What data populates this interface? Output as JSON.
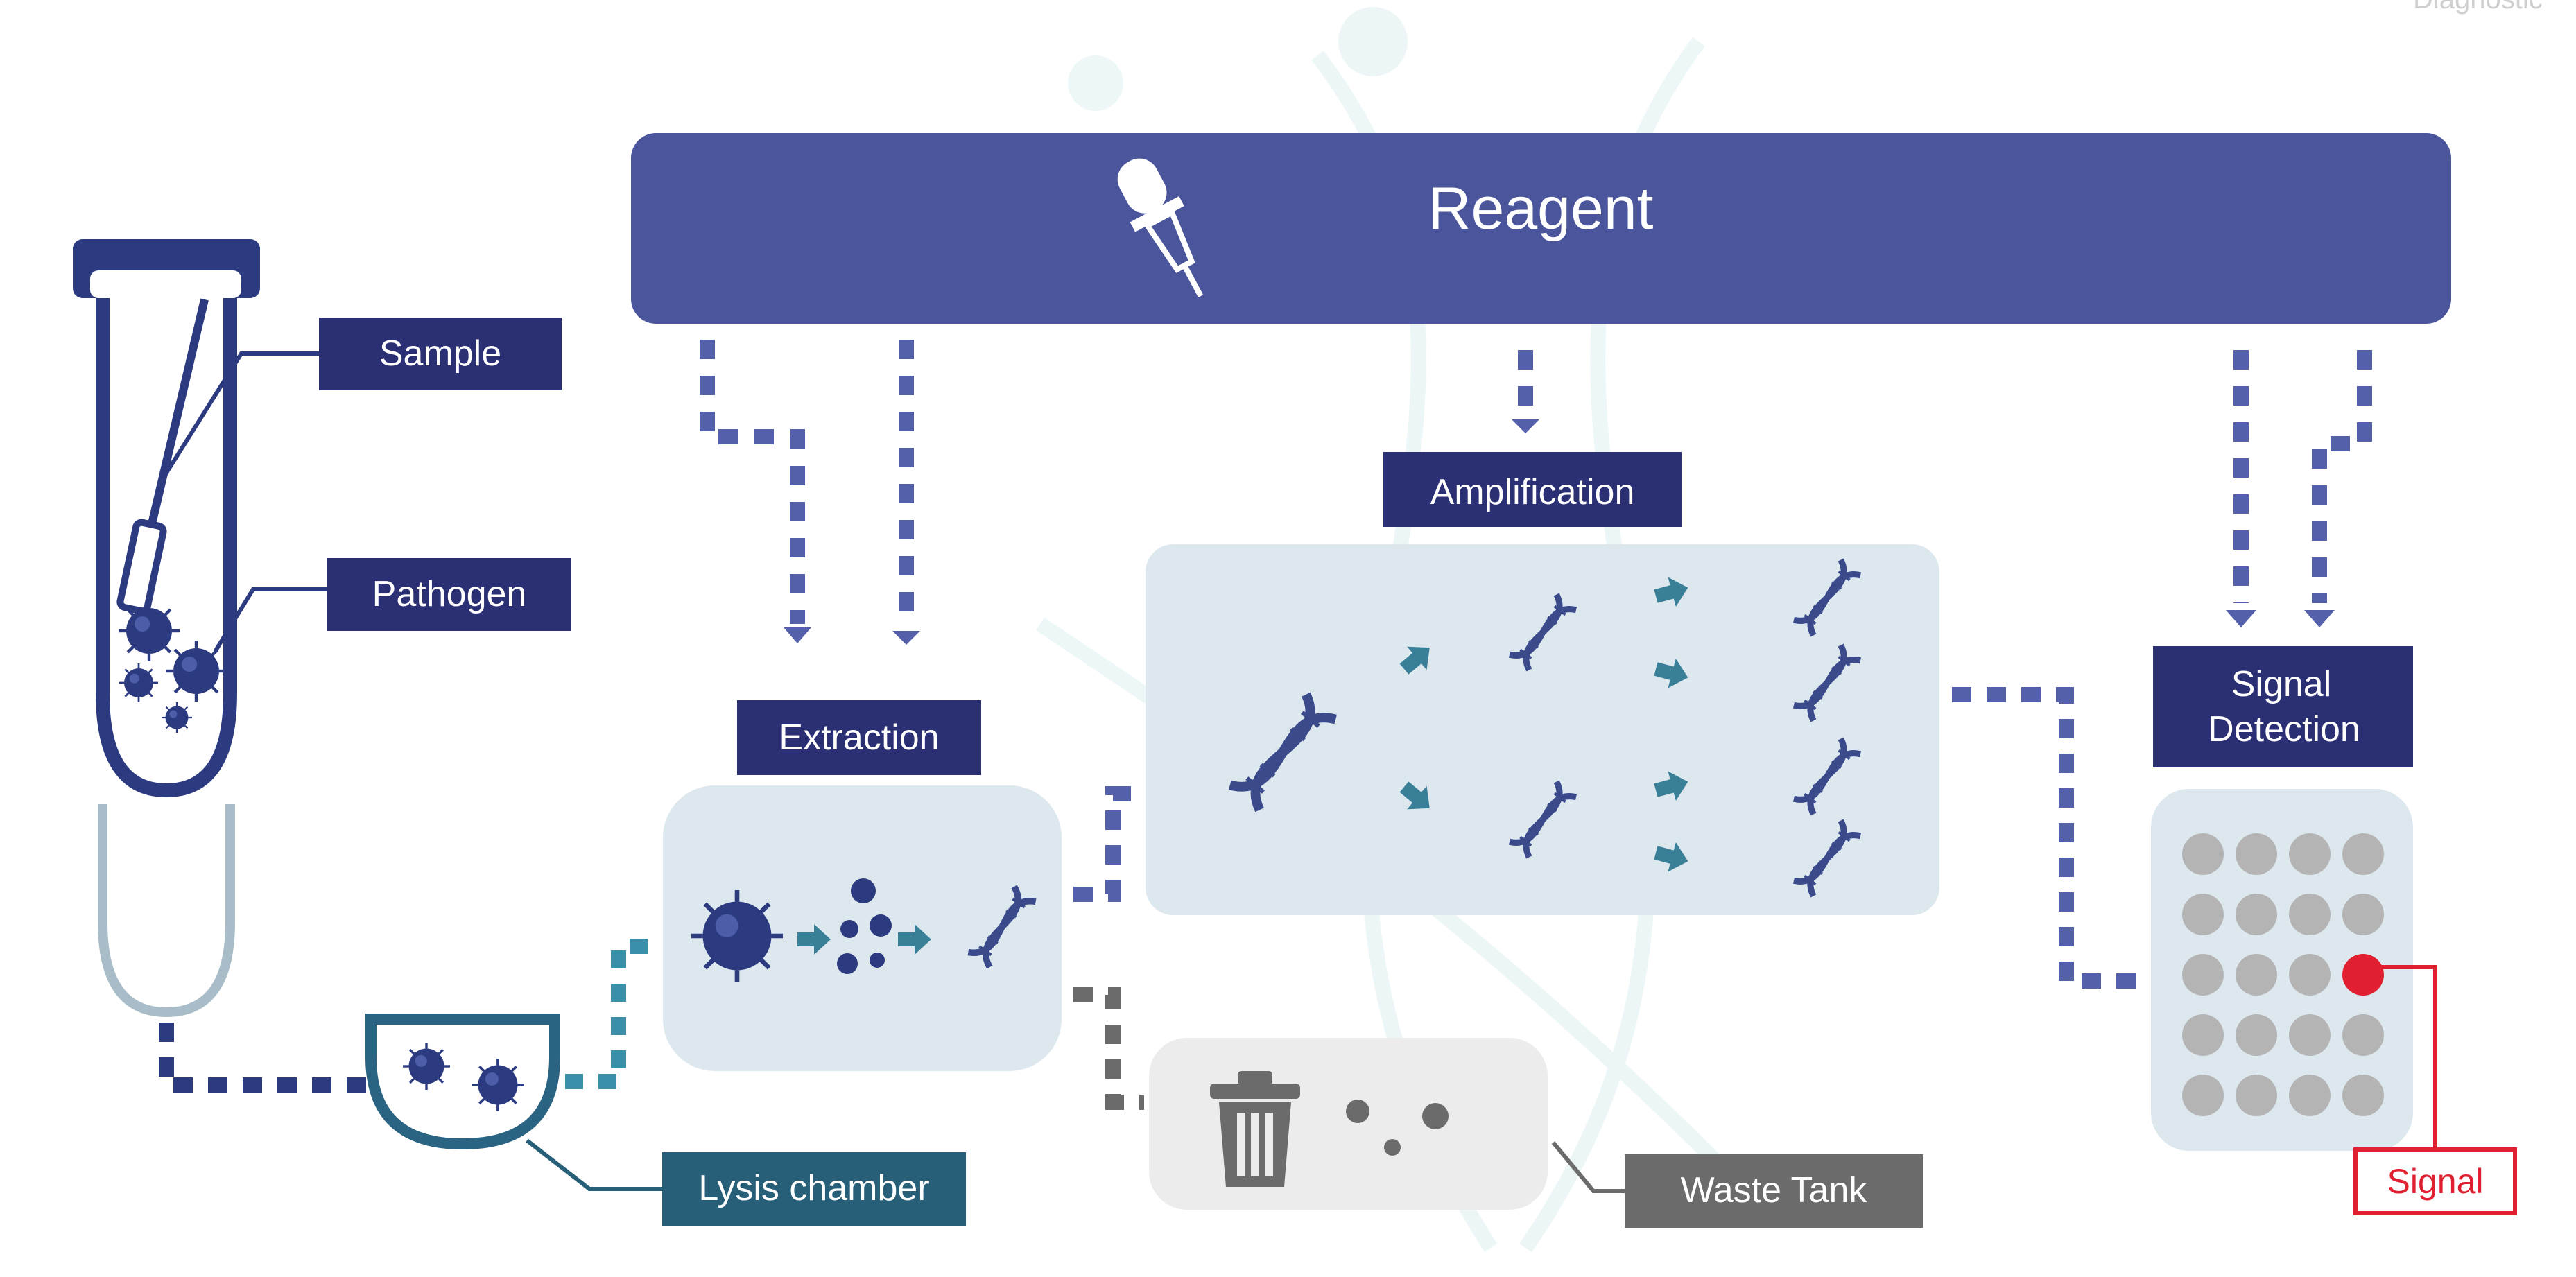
{
  "reagent": {
    "title": "Reagent"
  },
  "labels": {
    "sample": "Sample",
    "pathogen": "Pathogen",
    "extraction": "Extraction",
    "amplification": "Amplification",
    "signal_detection_line1": "Signal",
    "signal_detection_line2": "Detection",
    "lysis_chamber": "Lysis chamber",
    "waste_tank": "Waste Tank",
    "signal": "Signal"
  },
  "detection_grid": {
    "rows": 5,
    "cols": 4,
    "positive_well": {
      "row": 3,
      "col": 4
    }
  },
  "colors": {
    "reagent_band": "#4a559b",
    "navy_label": "#2b2f73",
    "teal": "#3a7f98",
    "lysis_label": "#275f78",
    "panel_bg": "#dce7ee",
    "waste_panel": "#ececec",
    "waste_label": "#6b6b6b",
    "well_gray": "#b4b4b4",
    "signal_red": "#e02030",
    "tube_blue": "#2c3a80",
    "pale_tube": "#a9bdc9"
  },
  "icons": [
    "dropper-icon",
    "tube-icon",
    "swab-icon",
    "pathogen-icon",
    "dna-icon",
    "arrow-icon",
    "trash-icon",
    "debris-icon",
    "well-icon"
  ]
}
